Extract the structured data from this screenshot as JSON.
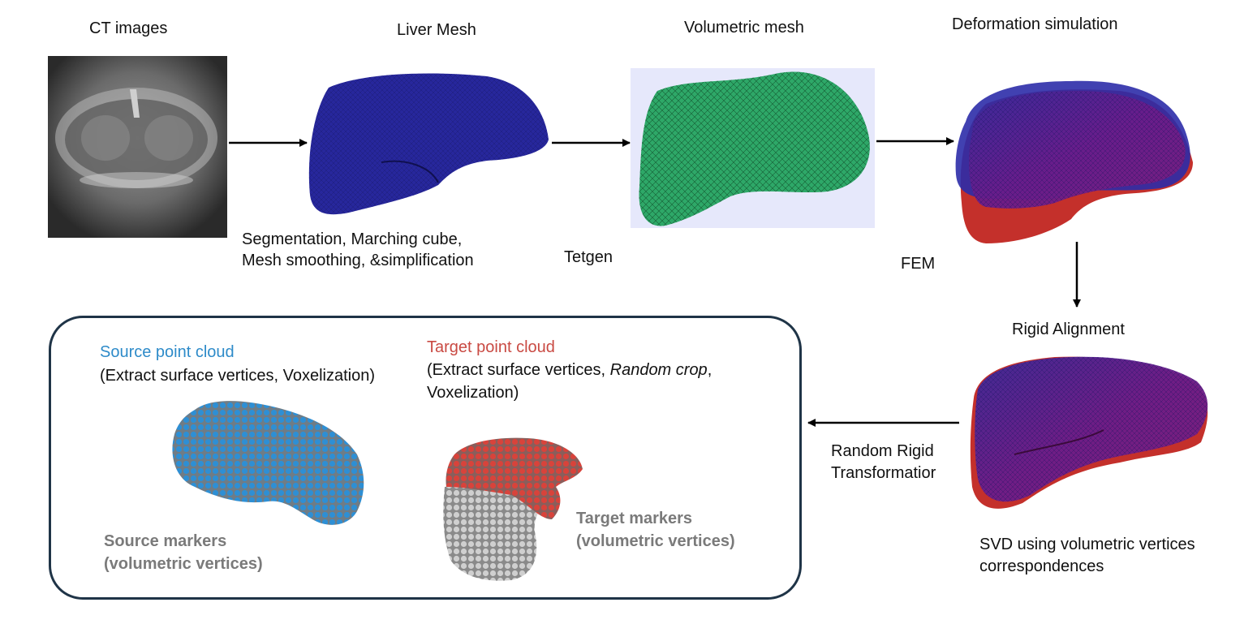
{
  "stages": {
    "ct": "CT images",
    "liver_mesh": "Liver Mesh",
    "volumetric": "Volumetric mesh",
    "deformation": "Deformation simulation",
    "rigid": "Rigid Alignment"
  },
  "steps": {
    "seg_line1": "Segmentation, Marching cube,",
    "seg_line2": "Mesh smoothing, &simplification",
    "tetgen": "Tetgen",
    "fem": "FEM",
    "random_line1": "Random Rigid",
    "random_line2": "Transformatior",
    "svd_line1": "SVD using volumetric vertices",
    "svd_line2": "correspondences"
  },
  "panel": {
    "source_title": "Source point cloud",
    "source_desc": "(Extract surface vertices, Voxelization)",
    "target_title": "Target point cloud",
    "target_desc_a": "(Extract surface vertices, ",
    "target_desc_italic": "Random crop",
    "target_desc_b": ",",
    "target_desc_line2": "Voxelization)",
    "source_markers_1": "Source markers",
    "source_markers_2": "(volumetric vertices)",
    "target_markers_1": "Target markers",
    "target_markers_2": "(volumetric vertices)"
  },
  "colors": {
    "source": "#2e8bc9",
    "target": "#c94a43",
    "marker": "#7a7a7a",
    "liver_blue": "#27279c",
    "mesh_green": "#1e9e5a"
  }
}
